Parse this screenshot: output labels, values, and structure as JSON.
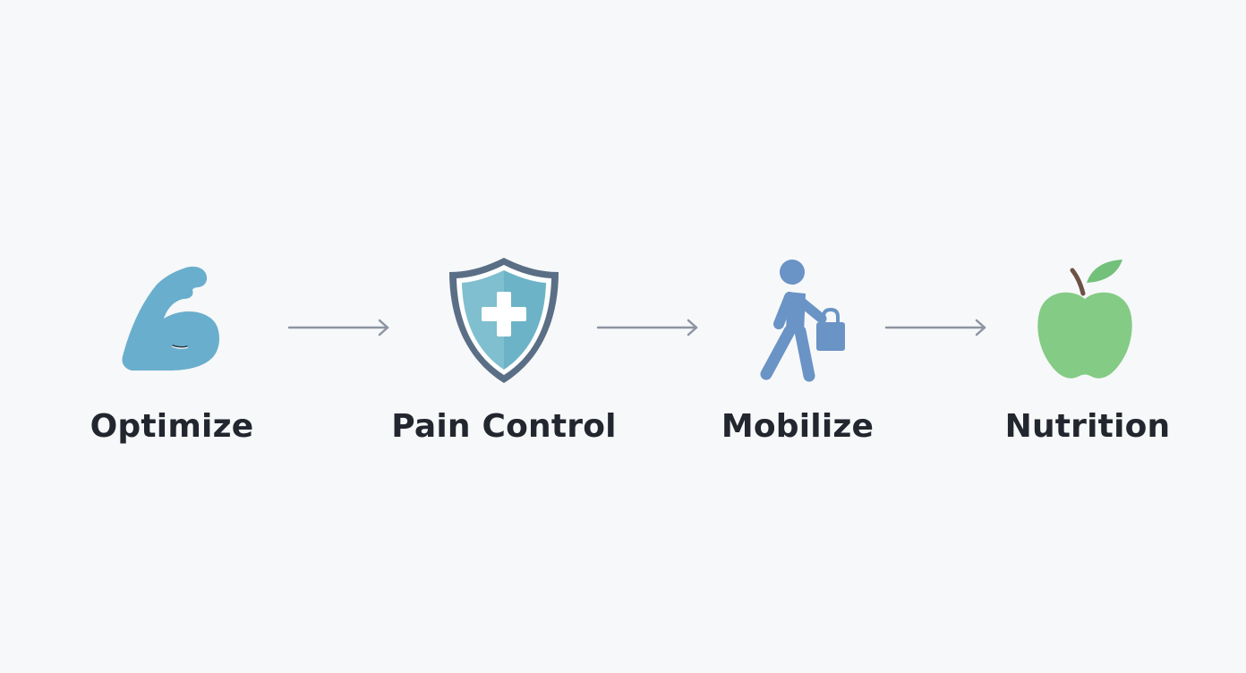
{
  "steps": [
    {
      "label": "Optimize",
      "icon": "flexed-arm-icon"
    },
    {
      "label": "Pain Control",
      "icon": "medical-shield-icon"
    },
    {
      "label": "Mobilize",
      "icon": "walking-person-icon"
    },
    {
      "label": "Nutrition",
      "icon": "apple-icon"
    }
  ],
  "colors": {
    "background": "#f7f8f9",
    "label": "#22262e",
    "arrow": "#8d95a3",
    "arm": "#6aaecd",
    "shield_border": "#5a6f86",
    "shield_fill": "#6db3c7",
    "walker": "#6a93c6",
    "apple": "#84cb85",
    "apple_leaf": "#73c07a",
    "apple_stem": "#6e5145"
  }
}
